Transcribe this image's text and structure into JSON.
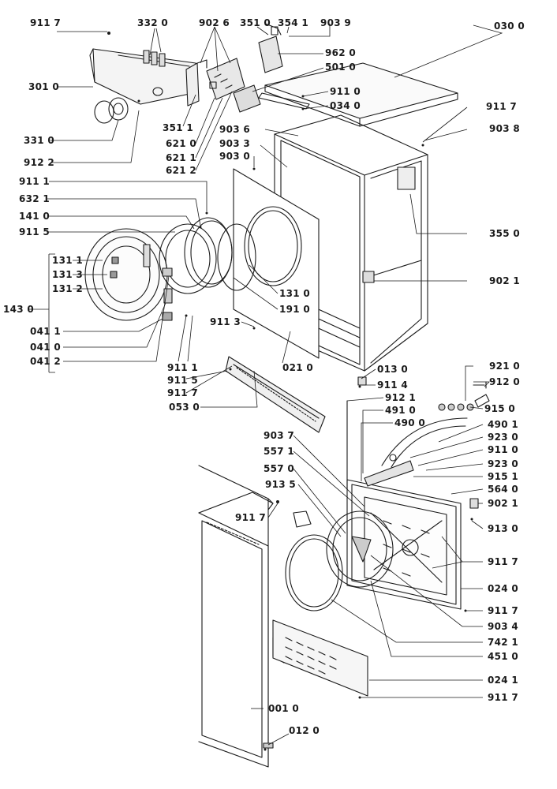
{
  "colors": {
    "ink": "#1a1a1a",
    "paper": "#ffffff",
    "shade": "#9a9a9a"
  },
  "callouts": {
    "c9117_top": "911 7",
    "c3320": "332 0",
    "c9026": "902 6",
    "c3510": "351 0",
    "c3541": "354 1",
    "c9039": "903 9",
    "c0300": "030 0",
    "c9620": "962 0",
    "c5010": "501 0",
    "c3010": "301 0",
    "c9110_a": "911 0",
    "c0340": "034 0",
    "c9117_r1": "911 7",
    "c3511": "351 1",
    "c9036": "903 6",
    "c9038": "903 8",
    "c6210": "621 0",
    "c3310": "331 0",
    "c9033": "903 3",
    "c6211": "621 1",
    "c9122": "912 2",
    "c9030": "903 0",
    "c6212": "621 2",
    "c9111_a": "911 1",
    "c6321": "632 1",
    "c1410": "141 0",
    "c9115_a": "911 5",
    "c3550": "355 0",
    "c1311": "131 1",
    "c1313": "131 3",
    "c1312": "131 2",
    "c9021_a": "902 1",
    "c1430": "143 0",
    "c1310": "131 0",
    "c1910": "191 0",
    "c0411": "041 1",
    "c9113": "911 3",
    "c0410": "041 0",
    "c0412": "041 2",
    "c9111_b": "911 1",
    "c0210": "021 0",
    "c9115_b": "911 5",
    "c0130": "013 0",
    "c9210": "921 0",
    "c9114": "911 4",
    "c9120": "912 0",
    "c9117_mid": "911 7",
    "c9121": "912 1",
    "c0530": "053 0",
    "c4910": "491 0",
    "c9150": "915 0",
    "c4900": "490 0",
    "c4901": "490 1",
    "c9037": "903 7",
    "c9230": "923 0",
    "c5571": "557 1",
    "c9110_b": "911 0",
    "c5570": "557 0",
    "c9230_b": "923 0",
    "c9151": "915 1",
    "c9135": "913 5",
    "c5640": "564 0",
    "c9021_b": "902 1",
    "c9117_low": "911 7",
    "c9130": "913 0",
    "c9117_r2": "911 7",
    "c0240": "024 0",
    "c9117_r3": "911 7",
    "c9034": "903 4",
    "c7421": "742 1",
    "c4510": "451 0",
    "c0241": "024 1",
    "c9117_r4": "911 7",
    "c0010": "001 0",
    "c0120": "012 0"
  }
}
